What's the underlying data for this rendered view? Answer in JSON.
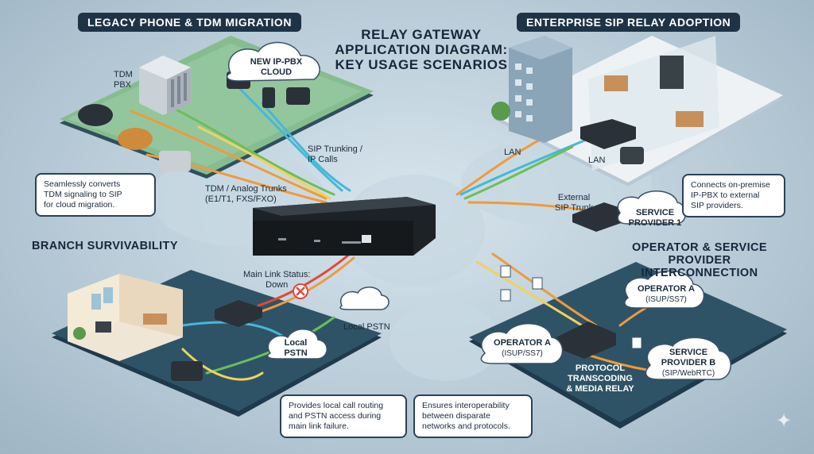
{
  "sections": {
    "legacy": "LEGACY PHONE & TDM MIGRATION",
    "enterprise": "ENTERPRISE SIP RELAY ADOPTION",
    "branch": "BRANCH SURVIVABILITY",
    "operator": [
      "OPERATOR & SERVICE PROVIDER",
      "INTERCONNECTION"
    ]
  },
  "title": [
    "RELAY GATEWAY",
    "APPLICATION DIAGRAM:",
    "KEY USAGE SCENARIOS"
  ],
  "labels": {
    "tdm_pbx": [
      "TDM",
      "PBX"
    ],
    "new_ippbx": [
      "NEW IP-PBX",
      "CLOUD"
    ],
    "sip_trunking": [
      "SIP Trunking /",
      "IP Calls"
    ],
    "tdm_analog": [
      "TDM / Analog Trunks",
      "(E1/T1, FXS/FXO)"
    ],
    "lan_top": "LAN",
    "lan_mid": "LAN",
    "external_sip": [
      "External",
      "SIP Trunk"
    ],
    "service_provider_1": [
      "SERVICE",
      "PROVIDER 1"
    ],
    "main_link": [
      "Main Link Status:",
      "Down"
    ],
    "local_pstn_cloud": [
      "Local",
      "PSTN"
    ],
    "local_pstn": "Local PSTN",
    "operator_a_top": [
      "OPERATOR A",
      "(ISUP/SS7)"
    ],
    "operator_a_left": [
      "OPERATOR A",
      "(ISUP/SS7)"
    ],
    "service_provider_b": [
      "SERVICE",
      "PROVIDER B",
      "(SIP/WebRTC)"
    ],
    "protocol": [
      "PROTOCOL",
      "TRANSCODING",
      "& MEDIA RELAY"
    ]
  },
  "callouts": {
    "legacy": [
      "Seamlessly converts",
      "TDM signaling to SIP",
      "for cloud migration."
    ],
    "enterprise": [
      "Connects on-premise",
      "IP-PBX to external",
      "SIP providers."
    ],
    "branch": [
      "Provides local call routing",
      "and PSTN access during",
      "main link failure."
    ],
    "operator": [
      "Ensures interoperability",
      "between disparate",
      "networks and protocols."
    ]
  },
  "icons": [
    "gateway-device",
    "phone-icon",
    "server-icon",
    "cloud-icon",
    "building-icon",
    "switch-icon",
    "error-icon",
    "sparkle-icon"
  ],
  "colors": {
    "navy": "#1f3347",
    "platform_green": "#7fb48a",
    "platform_dark": "#2a4a5c",
    "link_orange": "#f09a3a",
    "link_green": "#6bbf59",
    "link_cyan": "#45b8d8",
    "link_red": "#e0483a"
  }
}
